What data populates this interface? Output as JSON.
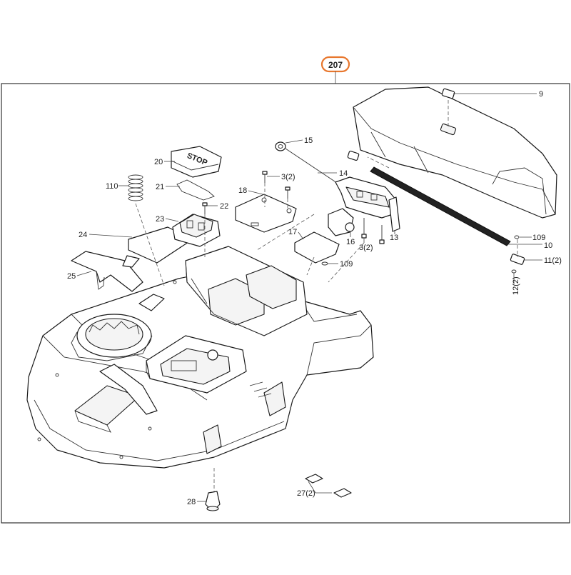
{
  "diagram": {
    "assembly_number": "207",
    "assembly_highlight_color": "#e8772e",
    "callouts": [
      {
        "id": "9",
        "label": "9"
      },
      {
        "id": "15",
        "label": "15"
      },
      {
        "id": "14",
        "label": "14"
      },
      {
        "id": "20",
        "label": "20"
      },
      {
        "id": "21",
        "label": "21"
      },
      {
        "id": "110",
        "label": "110"
      },
      {
        "id": "22",
        "label": "22"
      },
      {
        "id": "3a",
        "label": "3(2)"
      },
      {
        "id": "18",
        "label": "18"
      },
      {
        "id": "23",
        "label": "23"
      },
      {
        "id": "24",
        "label": "24"
      },
      {
        "id": "17",
        "label": "17"
      },
      {
        "id": "16",
        "label": "16"
      },
      {
        "id": "3b",
        "label": "3(2)"
      },
      {
        "id": "13",
        "label": "13"
      },
      {
        "id": "109a",
        "label": "109"
      },
      {
        "id": "10",
        "label": "10"
      },
      {
        "id": "11",
        "label": "11(2)"
      },
      {
        "id": "12",
        "label": "12(2)"
      },
      {
        "id": "109b",
        "label": "109"
      },
      {
        "id": "25",
        "label": "25"
      },
      {
        "id": "28",
        "label": "28"
      },
      {
        "id": "27",
        "label": "27(2)"
      }
    ],
    "stop_button_text": "STOP"
  }
}
